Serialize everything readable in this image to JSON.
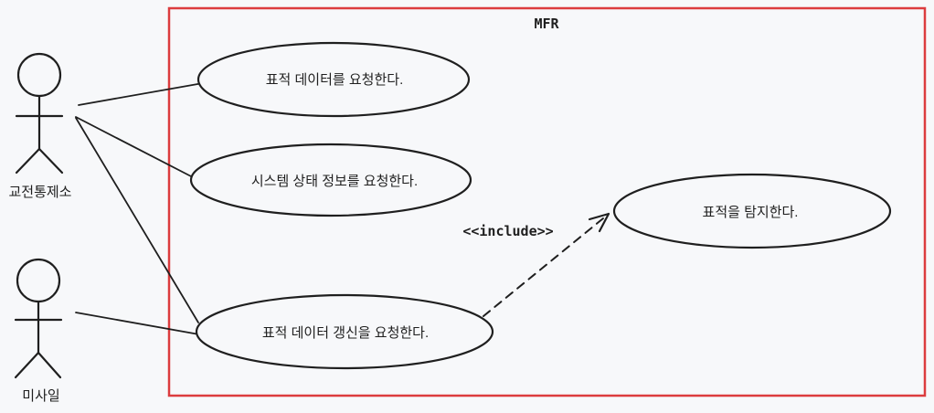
{
  "diagram": {
    "colors": {
      "boundary": "#dc3c3e",
      "line": "#1f1f1f",
      "background": "#f7f8fa"
    },
    "system": {
      "label": "MFR"
    },
    "actors": [
      {
        "id": "engagement-control-station",
        "label": "교전통제소"
      },
      {
        "id": "missile",
        "label": "미사일"
      }
    ],
    "usecases": [
      {
        "id": "request-target-data",
        "label": "표적 데이터를 요청한다."
      },
      {
        "id": "request-system-status-info",
        "label": "시스템 상태 정보를 요청한다."
      },
      {
        "id": "request-target-data-update",
        "label": "표적 데이터 갱신을 요청한다."
      },
      {
        "id": "detect-target",
        "label": "표적을 탐지한다."
      }
    ],
    "relations": {
      "include_label": "<<include>>"
    }
  }
}
